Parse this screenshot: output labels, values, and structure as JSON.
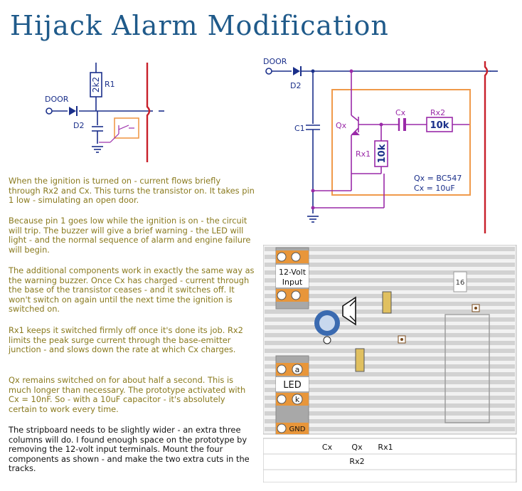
{
  "title": "Hijack Alarm Modification",
  "paragraphs": [
    "When the ignition is turned on - current flows briefly through Rx2 and Cx.  This turns the transistor on. It takes pin 1 low - simulating an open door.",
    "Because pin 1 goes low while the ignition is on - the circuit will trip.  The buzzer will give a brief warning - the LED will light - and the normal sequence of alarm and engine failure will begin.",
    "The additional components work in exactly the same way as the warning buzzer. Once Cx has charged - current through the base of the transistor ceases - and it switches off. It won't switch on again until the next time the ignition is switched on.",
    "Rx1 keeps it switched firmly off once it's done its job. Rx2 limits the peak surge current through the base-emitter junction - and slows down the rate at which Cx charges.",
    "Qx remains switched on for about half a second. This is much longer than necessary. The prototype activated with Cx = 10nF. So - with a 10uF capacitor - it's absolutely certain to work every time.",
    "The stripboard needs to be slightly wider - an extra three columns will do.  I found enough space on the prototype by removing the 12-volt input terminals. Mount the four components as shown - and make the two extra cuts in the tracks."
  ],
  "small_schematic": {
    "door_label": "DOOR",
    "diode_label": "D2",
    "resistor_value": "2k2",
    "resistor_label": "R1"
  },
  "large_schematic": {
    "door_label": "DOOR",
    "diode_label": "D2",
    "cap_label": "C1",
    "transistor_label": "Qx",
    "cx_label": "Cx",
    "rx2_label": "Rx2",
    "rx2_value": "10k",
    "rx1_label": "Rx1",
    "rx1_value": "10k",
    "spec_qx": "Qx = BC547",
    "spec_cx": "Cx =   10uF"
  },
  "stripboard": {
    "input_label_1": "12-Volt",
    "input_label_2": "Input",
    "led_label": "LED",
    "pin_a": "a",
    "pin_k": "k",
    "gnd_label": "GND",
    "ic_pin": "16",
    "table_labels": [
      "Cx",
      "Qx",
      "Rx2",
      "Rx1"
    ]
  },
  "colors": {
    "title": "#1f5a8a",
    "text_olive": "#8a7a1e",
    "wire": "#1a2f8a",
    "new_wire": "#9a2aa8",
    "highlight_box": "#f09a4a",
    "supply_line": "#c8202a"
  }
}
